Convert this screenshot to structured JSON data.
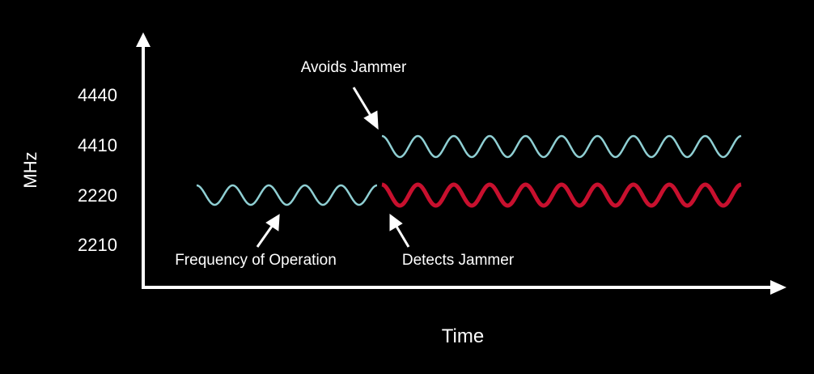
{
  "axes": {
    "y_label": "MHz",
    "x_label": "Time",
    "y_ticks": [
      "4440",
      "4410",
      "2220",
      "2210"
    ]
  },
  "annotations": {
    "avoids": "Avoids Jammer",
    "frequency": "Frequency of Operation",
    "detects": "Detects Jammer"
  },
  "signals": [
    {
      "name": "operation-signal-2220",
      "band": "2220",
      "phase": "before",
      "cycles": 5,
      "color": "#8fcfd3"
    },
    {
      "name": "hopped-signal-4410",
      "band": "4410",
      "phase": "after",
      "cycles": 10,
      "color": "#8fcfd3"
    },
    {
      "name": "jammer-signal-2220",
      "band": "2220",
      "phase": "after",
      "cycles": 10,
      "color": "#c8102e"
    }
  ],
  "colors": {
    "background": "#000000",
    "axis": "#ffffff"
  }
}
